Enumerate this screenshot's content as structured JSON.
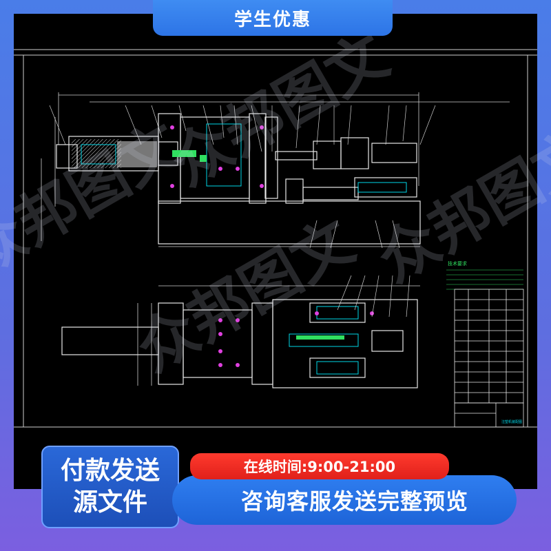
{
  "banner": {
    "title": "学生优惠"
  },
  "watermark": {
    "text": "众邦图文"
  },
  "drawing": {
    "tech_title": "技术要求",
    "title_block": "注塑机装配图"
  },
  "promo": {
    "pay_line1": "付款发送",
    "pay_line2": "源文件",
    "online_hours": "在线时间:9:00-21:00",
    "consult": "咨询客服发送完整预览"
  },
  "colors": {
    "cad_line": "#e8e8e8",
    "cad_cyan": "#00d8e8",
    "cad_green": "#30e060",
    "cad_magenta": "#e040e0",
    "banner_blue": "#2d74e6",
    "strip_red": "#e0201a"
  }
}
